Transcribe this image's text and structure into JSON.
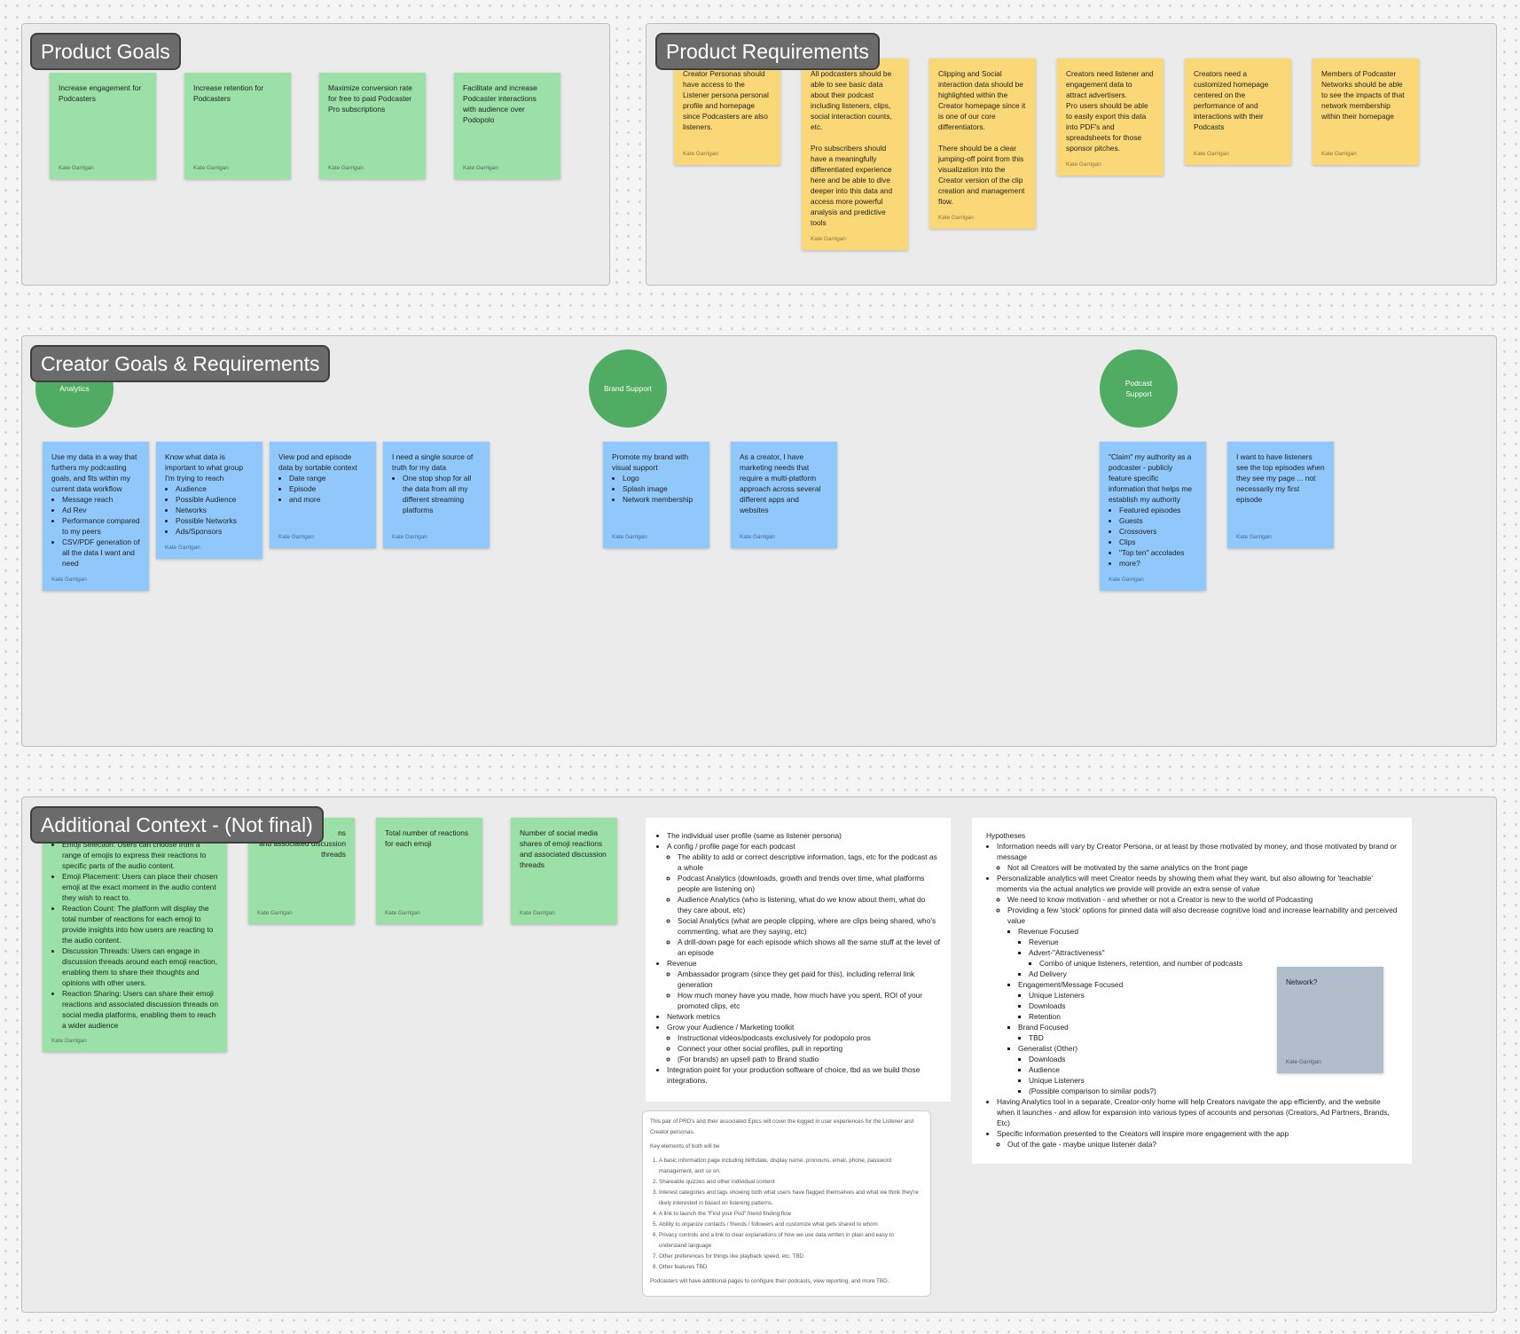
{
  "sections": {
    "product_goals": "Product Goals",
    "product_requirements": "Product Requirements",
    "creator_goals": "Creator Goals & Requirements",
    "additional_context": "Additional Context - (Not final)"
  },
  "author": "Kate Garrigan",
  "goals": [
    "Increase engagement for Podcasters",
    "Increase retention for Podcasters",
    "Maximize conversion rate for free to paid Podcaster Pro subscriptions",
    "Facilitate and increase Podcaster interactions with audience over Podopolo"
  ],
  "requirements": [
    "Creator Personas should have access to the Listener persona personal profile and homepage since Podcasters are also listeners.",
    "All podcasters should be able to see basic data about their podcast including listeners, clips, social interaction counts, etc.\n\nPro subscribers should have a meaningfully differentiated experience here and be able to dive deeper into this data and access more powerful analysis and predictive tools",
    "Clipping and Social interaction data should be highlighted within the Creator homepage since it is one of our core differentiators.\n\nThere should be a clear jumping-off point from this visualization into the Creator version of the clip creation and management flow.",
    "Creators need listener and engagement data to attract advertisers.\nPro users should be able to easily export this data into PDF's and spreadsheets for those sponsor pitches.",
    "Creators need a customized homepage centered on the performance of and interactions with their Podcasts",
    "Members of Podcaster Networks should be able to see the impacts of that network membership within their homepage"
  ],
  "circles": {
    "analytics": "Analytics",
    "brand_support": "Brand Support",
    "podcast_support": "Podcast\nSupport"
  },
  "creator_cards": {
    "c1": {
      "text": "Use my data in a way that furthers my podcasting goals, and fits within my current data workflow",
      "items": [
        "Message reach",
        "Ad Rev",
        "Performance compared to my peers",
        "CSV/PDF generation of all the data I want and need"
      ]
    },
    "c2": {
      "text": "Know what data is important to what group I'm trying to reach",
      "items": [
        "Audience",
        "Possible Audience",
        "Networks",
        "Possible Networks",
        "Ads/Sponsors"
      ]
    },
    "c3": {
      "text": "View pod and episode data by sortable context",
      "items": [
        "Date range",
        "Episode",
        "and more"
      ]
    },
    "c4": {
      "text": "I need a single source of truth for my data",
      "items": [
        "One stop shop for all the data from all my different streaming platforms"
      ]
    },
    "c5": {
      "text": "Promote my brand with visual support",
      "items": [
        "Logo",
        "Splash image",
        "Network membership"
      ]
    },
    "c6": {
      "text": "As a creator, I have marketing needs that require a multi-platform approach across several different apps and websites",
      "items": []
    },
    "c7": {
      "text": "\"Claim\" my authority as a podcaster - publicly feature specific information that helps me establish my authority",
      "items": [
        "Featured episodes",
        "Guests",
        "Crossovers",
        "Clips",
        "\"Top ten\" accolades",
        "more?"
      ]
    },
    "c8": {
      "text": "I want to have listeners see the top episodes when they see my page ... not necessarily my first episode",
      "items": []
    }
  },
  "context_cards": {
    "emoji_features": [
      "Emoji Selection: Users can choose from a range of emojis to express their reactions to specific parts of the audio content.",
      "Emoji Placement: Users can place their chosen emoji at the exact moment in the audio content they wish to react to.",
      "Reaction Count: The platform will display the total number of reactions for each emoji to provide insights into how users are reacting to the audio content.",
      "Discussion Threads: Users can engage in discussion threads around each emoji reaction, enabling them to share their thoughts and opinions with other users.",
      "Reaction Sharing: Users can share their emoji reactions and associated discussion threads on social media platforms, enabling them to reach a wider audience"
    ],
    "partial": "ns\nand associated discussion\nthreads",
    "total_reactions": "Total number of reactions for each emoji",
    "social_shares": "Number of social media shares of emoji reactions and associated discussion threads",
    "network": "Network?"
  },
  "profile_doc": [
    {
      "t": "The individual user profile (same as listener persona)"
    },
    {
      "t": "A config / profile page for each podcast",
      "c": [
        {
          "t": "The ability to add or correct descriptive information, tags, etc for the podcast as a whole"
        },
        {
          "t": "Podcast Analytics (downloads, growth and trends over time, what platforms people are listening on)"
        },
        {
          "t": "Audience Analytics (who is listening, what do we know about them, what do they care about, etc)"
        },
        {
          "t": "Social Analytics (what are people clipping, where are clips being shared, who's commenting, what are they saying, etc)"
        },
        {
          "t": "A drill-down page for each episode which shows all the same stuff at the level of an episode"
        }
      ]
    },
    {
      "t": "Revenue",
      "c": [
        {
          "t": "Ambassador program (since they get paid for this), including referral link generation"
        },
        {
          "t": "How much money have you made, how much have you spent, ROI of your promoted clips, etc"
        }
      ]
    },
    {
      "t": "Network metrics"
    },
    {
      "t": "Grow your Audience / Marketing toolkit",
      "c": [
        {
          "t": "Instructional videos/podcasts exclusively for podopolo pros"
        },
        {
          "t": "Connect your other social profiles, pull in reporting"
        },
        {
          "t": "(For brands) an upsell path to Brand studio"
        }
      ]
    },
    {
      "t": "Integration point for your production software of choice, tbd as we build those integrations."
    }
  ],
  "prd_doc": {
    "intro": "This pair of PRD's and their associated Epics will cover the logged in user experiences for the Listener and Creator personas.",
    "key_heading": "Key elements of both will be",
    "items": [
      "A basic information page including birthdate, display name, pronouns, email, phone, password management, and so on.",
      "Shareable quizzes and other individual content",
      "Interest categories and tags showing both what users have flagged themselves and what we think they're likely interested in based on listening patterns.",
      "A link to launch the \"Find your Pod\" friend finding flow",
      "Ability to organize contacts / friends / followers and customize what gets shared to whom",
      "Privacy controls and a link to clear explanations of how we use data written in plain and easy to understand language",
      "Other preferences for things like playback speed, etc. TBD",
      "Other features TBD"
    ],
    "footer": "Podcasters will have additional pages to configure their podcasts, view reporting, and more TBD."
  },
  "hypotheses_doc": {
    "title": "Hypotheses",
    "items": [
      {
        "t": "Information needs will vary by Creator Persona, or at least by those motivated by money, and those motivated by brand or message",
        "c": [
          {
            "t": "Not all Creators will be motivated by the same analytics on the front page"
          }
        ]
      },
      {
        "t": "Personalizable analytics will meet Creator needs by showing them what they want, but also allowing for 'teachable' moments via the actual analytics we provide will provide an extra sense of value",
        "c": [
          {
            "t": "We need to know motivation - and whether or not a Creator is new to the world of Podcasting"
          },
          {
            "t": "Providing a few 'stock' options for pinned data will also decrease cognitive load and increase learnability and perceived value",
            "c": [
              {
                "t": "Revenue Focused",
                "c": [
                  {
                    "t": "Revenue"
                  },
                  {
                    "t": "Advert-\"Attractiveness\"",
                    "c": [
                      {
                        "t": "Combo of unique listeners, retention, and number of podcasts"
                      }
                    ]
                  },
                  {
                    "t": "Ad Delivery"
                  }
                ]
              },
              {
                "t": "Engagement/Message Focused",
                "c": [
                  {
                    "t": "Unique Listeners"
                  },
                  {
                    "t": "Downloads"
                  },
                  {
                    "t": "Retention"
                  }
                ]
              },
              {
                "t": "Brand Focused",
                "c": [
                  {
                    "t": "TBD"
                  }
                ]
              },
              {
                "t": "Generalist (Other)",
                "c": [
                  {
                    "t": "Downloads"
                  },
                  {
                    "t": "Audience"
                  },
                  {
                    "t": "Unique Listeners"
                  },
                  {
                    "t": "(Possible comparison to similar pods?)"
                  }
                ]
              }
            ]
          }
        ]
      },
      {
        "t": "Having Analytics tool in a separate, Creator-only home will help Creators navigate the app efficiently, and the website when it launches - and allow for expansion into various types of accounts and personas (Creators, Ad Partners, Brands, Etc)"
      },
      {
        "t": "Specific information presented to the Creators will inspire more engagement with the app",
        "c": [
          {
            "t": "Out of the gate - maybe unique listener data?"
          }
        ]
      }
    ]
  }
}
